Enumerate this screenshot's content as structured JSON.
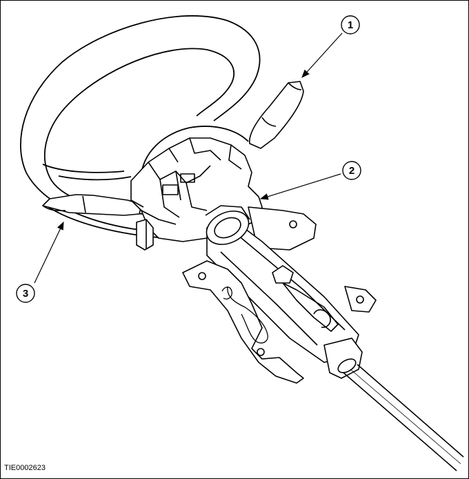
{
  "figure_id": "TIE0002623",
  "callouts": [
    {
      "label": "1"
    },
    {
      "label": "2"
    },
    {
      "label": "3"
    }
  ],
  "colors": {
    "line": "#000000",
    "background": "#ffffff",
    "shade": "#d9d9d9"
  }
}
